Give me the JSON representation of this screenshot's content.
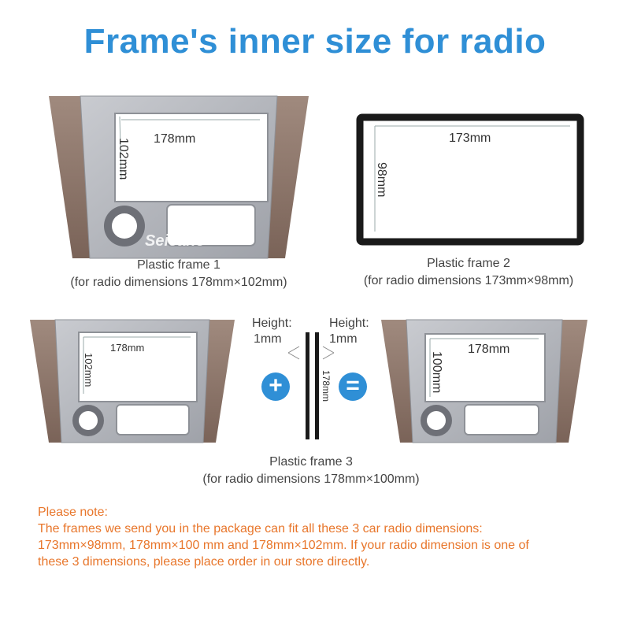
{
  "title": "Frame's inner size for radio",
  "watermark": "Seicane",
  "frame1": {
    "width_label": "178mm",
    "height_label": "102mm",
    "caption": "Plastic frame 1",
    "subcaption": "(for radio dimensions 178mm×102mm)"
  },
  "frame2": {
    "width_label": "173mm",
    "height_label": "98mm",
    "caption": "Plastic frame 2",
    "subcaption": "(for radio dimensions 173mm×98mm)"
  },
  "frame3": {
    "left_width_label": "178mm",
    "left_height_label": "102mm",
    "spacer_label_left": "Height:",
    "spacer_value_left": "1mm",
    "spacer_label_right": "Height:",
    "spacer_value_right": "1mm",
    "spacer_length_label": "178mm",
    "plus_symbol": "+",
    "equals_symbol": "=",
    "right_width_label": "178mm",
    "right_height_label": "100mm",
    "caption": "Plastic frame 3",
    "subcaption": "(for radio dimensions 178mm×100mm)"
  },
  "note": {
    "heading": "Please note:",
    "lines": [
      "The frames we send you in the package can fit all these 3 car radio dimensions:",
      "173mm×98mm,  178mm×100 mm and  178mm×102mm. If your radio dimension is one of",
      "these 3 dimensions, please place order in our store directly."
    ]
  },
  "colors": {
    "title": "#2f8fd6",
    "note": "#e8762b",
    "frame_silver": "#b4b6bc",
    "frame_bronze": "#8c7468"
  }
}
